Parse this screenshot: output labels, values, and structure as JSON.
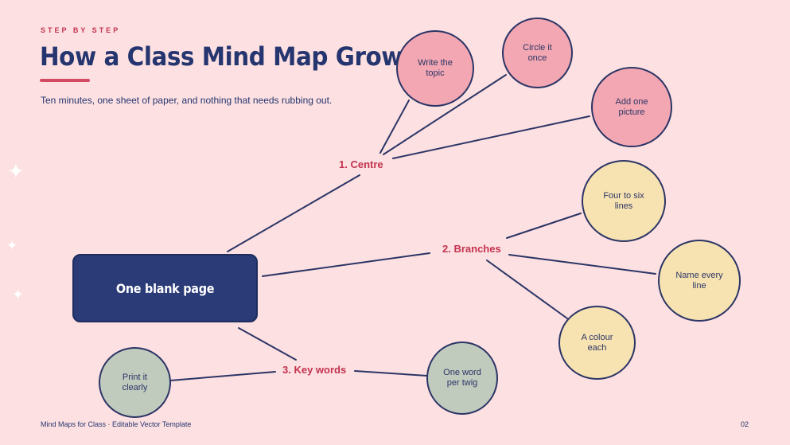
{
  "eyebrow": "STEP BY STEP",
  "title": "How a Class Mind Map Grows",
  "subtitle": "Ten minutes, one sheet of paper, and nothing that needs rubbing out.",
  "root_label": "One blank page",
  "branches": {
    "centre": {
      "label": "1. Centre",
      "leaves": [
        "Write the topic",
        "Circle it once",
        "Add one picture"
      ]
    },
    "branches": {
      "label": "2. Branches",
      "leaves": [
        "Four to six lines",
        "Name every line",
        "A colour each"
      ]
    },
    "keywords": {
      "label": "3. Key words",
      "leaves": [
        "Print it clearly",
        "One word per twig"
      ]
    }
  },
  "colors": {
    "background": "#fde0e1",
    "title": "#24356f",
    "accent": "#c2334f",
    "root_fill": "#2b3b77",
    "centre_fill": "#f3a7b2",
    "branches_fill": "#f7e3b1",
    "keywords_fill": "#c0cabd"
  },
  "footer": {
    "left": "Mind Maps for Class · Editable Vector Template",
    "page": "02"
  }
}
